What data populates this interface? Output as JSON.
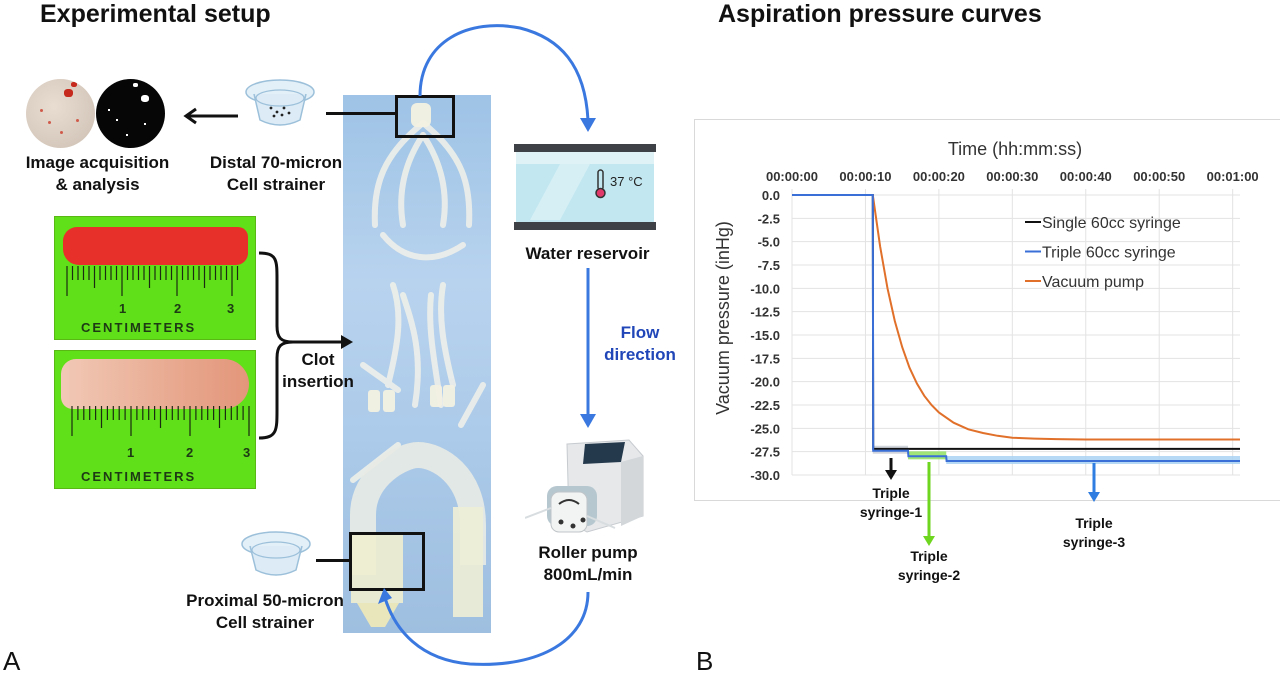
{
  "panel_a": {
    "title": "Experimental setup",
    "letter": "A",
    "labels": {
      "image_acq_1": "Image acquisition",
      "image_acq_2": "& analysis",
      "distal_1": "Distal 70-micron",
      "distal_2": "Cell strainer",
      "clot_1": "Clot",
      "clot_2": "insertion",
      "water": "Water reservoir",
      "temp": "37 °C",
      "flow_1": "Flow",
      "flow_2": "direction",
      "pump_1": "Roller pump",
      "pump_2": "800mL/min",
      "proximal_1": "Proximal 50-micron",
      "proximal_2": "Cell strainer"
    },
    "ruler": {
      "unit_label": "CENTIMETERS",
      "ticks": [
        "1",
        "2",
        "3"
      ]
    },
    "colors": {
      "flow_arrow": "#3a78e0",
      "flow_text": "#2046b8"
    }
  },
  "panel_b": {
    "title": "Aspiration pressure curves",
    "letter": "B",
    "annotations": [
      {
        "name": "Triple syringe-1",
        "line1": "Triple",
        "line2": "syringe-1",
        "color": "#111111"
      },
      {
        "name": "Triple syringe-2",
        "line1": "Triple",
        "line2": "syringe-2",
        "color": "#6fd620"
      },
      {
        "name": "Triple syringe-3",
        "line1": "Triple",
        "line2": "syringe-3",
        "color": "#2f7de0"
      }
    ]
  },
  "chart_data": {
    "type": "line",
    "title": "",
    "xlabel": "Time (hh:mm:ss)",
    "ylabel": "Vacuum pressure (inHg)",
    "x_axis_position": "top",
    "x_ticks": [
      "00:00:00",
      "00:00:10",
      "00:00:20",
      "00:00:30",
      "00:00:40",
      "00:00:50",
      "00:01:00"
    ],
    "y_ticks": [
      "0.0",
      "-2.5",
      "-5.0",
      "-7.5",
      "-10.0",
      "-12.5",
      "-15.0",
      "-17.5",
      "-20.0",
      "-22.5",
      "-25.0",
      "-27.5",
      "-30.0"
    ],
    "xlim": [
      0,
      61
    ],
    "ylim": [
      -30,
      0
    ],
    "grid": true,
    "legend_position": "top-right",
    "series": [
      {
        "name": "Single 60cc syringe",
        "color": "#111111",
        "x": [
          0,
          11,
          11.05,
          15,
          61
        ],
        "y": [
          0,
          0,
          -27.2,
          -27.2,
          -27.2
        ]
      },
      {
        "name": "Triple 60cc syringe",
        "color": "#3a6fd8",
        "x": [
          0,
          11,
          11.05,
          15.8,
          15.85,
          21,
          21.05,
          61
        ],
        "y": [
          0,
          0,
          -27.4,
          -27.4,
          -28.0,
          -28.0,
          -28.5,
          -28.5
        ]
      },
      {
        "name": "Vacuum pump",
        "color": "#e0702a",
        "x": [
          0,
          11,
          12,
          13,
          14,
          15,
          16,
          17,
          18,
          19,
          20,
          22,
          24,
          26,
          28,
          30,
          33,
          36,
          40,
          45,
          50,
          55,
          61
        ],
        "y": [
          0,
          0,
          -5.5,
          -10.0,
          -13.5,
          -16.3,
          -18.5,
          -20.2,
          -21.5,
          -22.5,
          -23.3,
          -24.4,
          -25.1,
          -25.5,
          -25.8,
          -26.0,
          -26.1,
          -26.15,
          -26.2,
          -26.2,
          -26.2,
          -26.2,
          -26.2
        ]
      }
    ],
    "highlight_bands": [
      {
        "name": "Triple syringe-1",
        "x": [
          11,
          15.8
        ],
        "y": -27.4,
        "color": "#c9ced6"
      },
      {
        "name": "Triple syringe-2",
        "x": [
          15.8,
          21
        ],
        "y": -28.0,
        "color": "#8fe060"
      },
      {
        "name": "Triple syringe-3",
        "x": [
          21,
          61
        ],
        "y": -28.5,
        "color": "#a9d3f5"
      }
    ]
  }
}
